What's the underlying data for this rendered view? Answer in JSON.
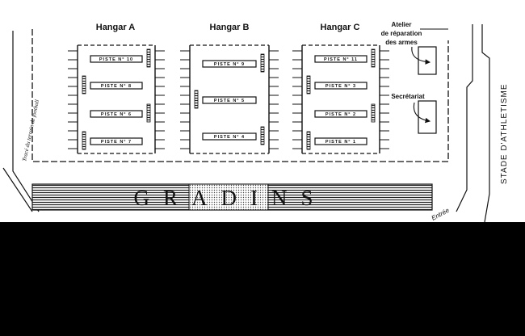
{
  "hangars": [
    {
      "label": "Hangar A",
      "pistes": [
        "PISTE N° 10",
        "PISTE N° 8",
        "PISTE N° 6",
        "PISTE N° 7"
      ]
    },
    {
      "label": "Hangar B",
      "pistes": [
        "PISTE N° 9",
        "PISTE N° 5",
        "PISTE N° 4"
      ]
    },
    {
      "label": "Hangar C",
      "pistes": [
        "PISTE N° 11",
        "PISTE N° 3",
        "PISTE N° 2",
        "PISTE N° 1"
      ]
    }
  ],
  "atelier": {
    "line1": "Atelier",
    "line2": "de réparation",
    "line3": "des armes"
  },
  "secretariat": "Secrétariat",
  "gradins": "GRADINS",
  "stade": "STADE D'ATHLETISME",
  "football": "Tracé du terrain de football",
  "entree": "Entrée",
  "colors": {
    "ink": "#111111",
    "paper": "#ffffff",
    "background": "#000000",
    "dotted_fill": "#d8d8d8"
  }
}
